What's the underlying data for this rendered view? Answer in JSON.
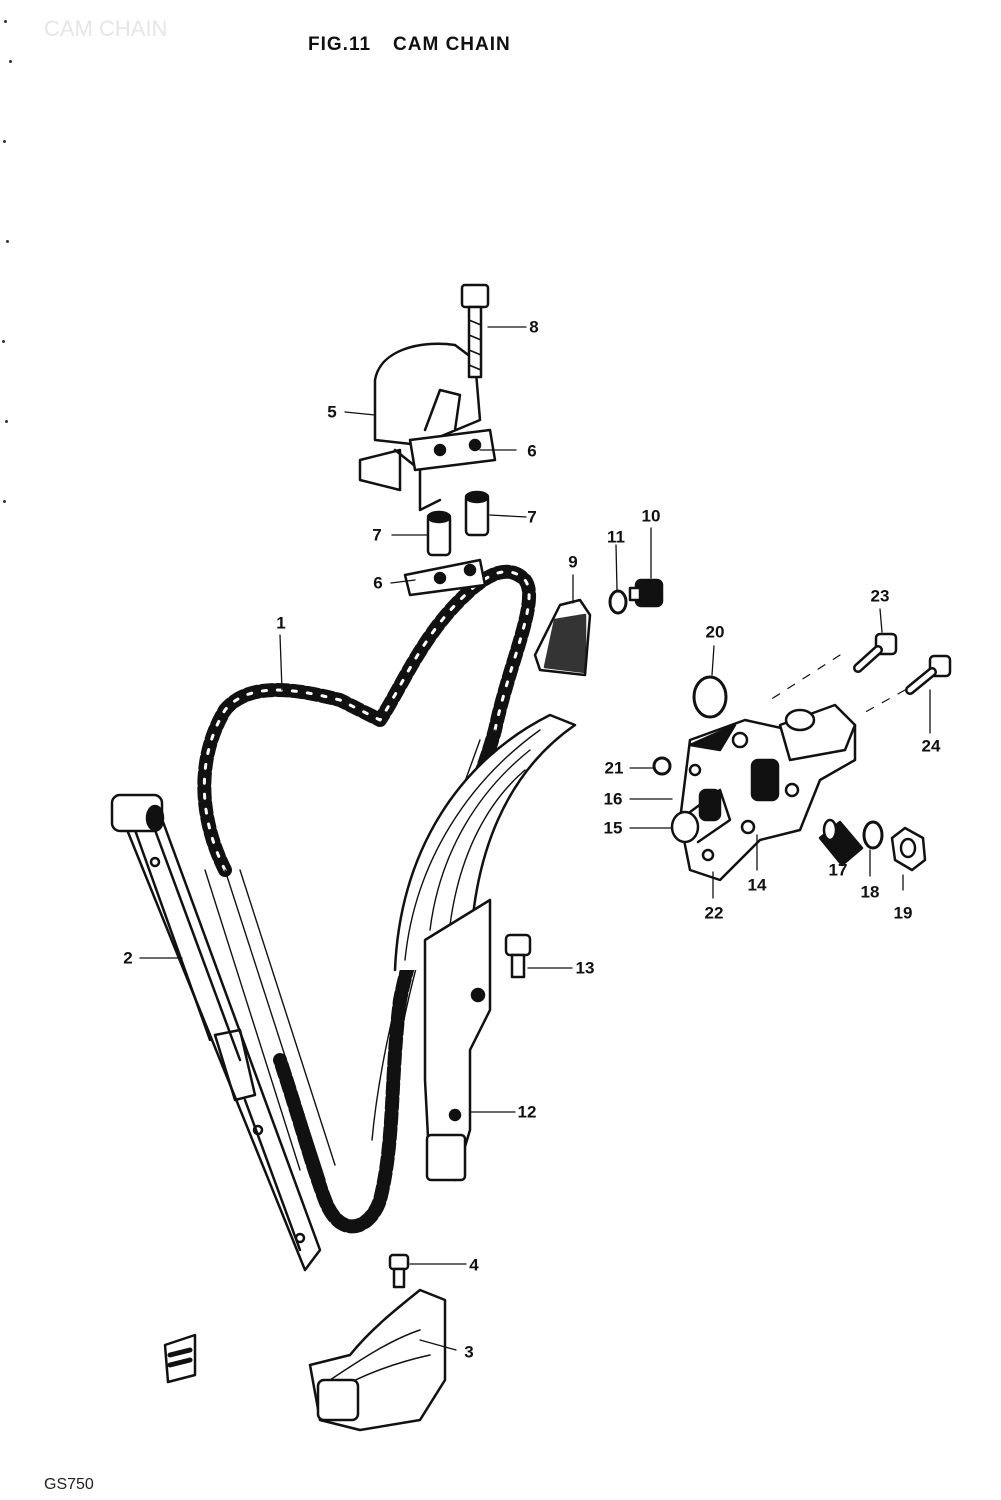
{
  "header": {
    "figure_number": "FIG.11",
    "figure_title": "CAM CHAIN",
    "ghost_text": "CAM CHAIN"
  },
  "footer": {
    "model_code": "GS750"
  },
  "callouts": [
    {
      "n": "1"
    },
    {
      "n": "2"
    },
    {
      "n": "3"
    },
    {
      "n": "4"
    },
    {
      "n": "5"
    },
    {
      "n": "6"
    },
    {
      "n": "6"
    },
    {
      "n": "7"
    },
    {
      "n": "7"
    },
    {
      "n": "8"
    },
    {
      "n": "9"
    },
    {
      "n": "10"
    },
    {
      "n": "11"
    },
    {
      "n": "12"
    },
    {
      "n": "13"
    },
    {
      "n": "14"
    },
    {
      "n": "15"
    },
    {
      "n": "16"
    },
    {
      "n": "17"
    },
    {
      "n": "18"
    },
    {
      "n": "19"
    },
    {
      "n": "20"
    },
    {
      "n": "21"
    },
    {
      "n": "22"
    },
    {
      "n": "23"
    },
    {
      "n": "24"
    }
  ],
  "colors": {
    "ink": "#111111",
    "paper": "#ffffff"
  }
}
